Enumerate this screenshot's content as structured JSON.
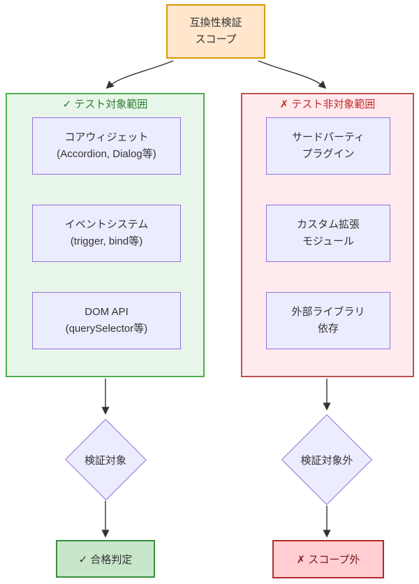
{
  "diagram": {
    "root_node": {
      "line1": "互換性検証",
      "line2": "スコープ"
    },
    "in_scope": {
      "title": "✓ テスト対象範囲",
      "items": [
        {
          "line1": "コアウィジェット",
          "line2": "(Accordion, Dialog等)"
        },
        {
          "line1": "イベントシステム",
          "line2": "(trigger, bind等)"
        },
        {
          "line1": "DOM API",
          "line2": "(querySelector等)"
        }
      ],
      "decision": "検証対象",
      "result": "✓ 合格判定"
    },
    "out_of_scope": {
      "title": "✗ テスト非対象範囲",
      "items": [
        {
          "line1": "サードパーティ",
          "line2": "プラグイン"
        },
        {
          "line1": "カスタム拡張",
          "line2": "モジュール"
        },
        {
          "line1": "外部ライブラリ",
          "line2": "依存"
        }
      ],
      "decision": "検証対象外",
      "result": "✗ スコープ外"
    },
    "colors": {
      "root_fill": "#ffe6cc",
      "root_stroke": "#d79b00",
      "in_scope_fill": "#e8f5e9",
      "in_scope_stroke": "#4caf50",
      "in_scope_text": "#2e7d32",
      "out_scope_fill": "#ffebee",
      "out_scope_stroke": "#c0504d",
      "out_scope_text": "#c62828",
      "node_fill": "#ececff",
      "node_stroke": "#9370db",
      "pass_fill": "#c8e6c9",
      "pass_stroke": "#388e3c",
      "fail_fill": "#ffcdd2",
      "fail_stroke": "#b02b2b",
      "edge": "#333333"
    }
  }
}
